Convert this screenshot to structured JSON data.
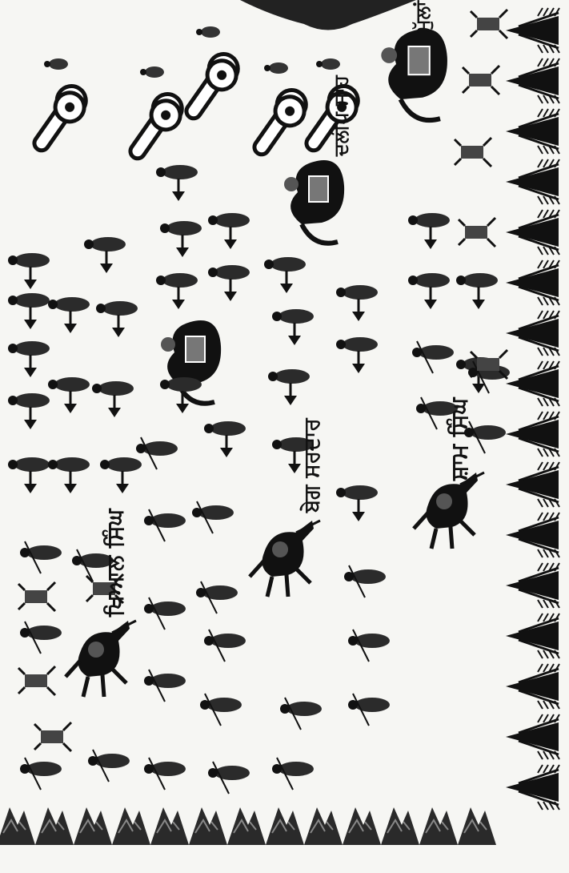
{
  "diagram": {
    "labels": {
      "commander_right_top": "ਸ਼ਾਮ ਸਿੰਘ",
      "commander_center": "ਬੇਗ ਸਰਦਾਰ",
      "commander_left": "ਖਿਆਲ ਸਿੰਘ",
      "elephant_center": "ਦਲੀਪ ਸਾਹ",
      "elephant_top": "ਮੁੱਲਾਂ ਟੇਢਾ"
    },
    "colors": {
      "background": "#f6f6f3",
      "ink": "#111111",
      "cannon": "#1a1a1a"
    },
    "icons": [
      "pine-tree-icon",
      "mountain-icon",
      "cannon-icon",
      "elephant-icon",
      "horse-rider-icon",
      "infantry-icon",
      "arrow-soldier-icon"
    ]
  }
}
